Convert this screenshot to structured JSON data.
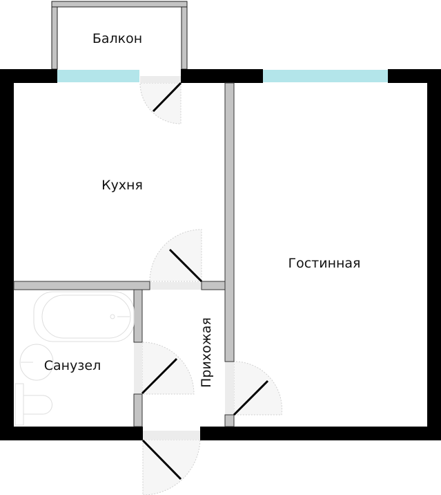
{
  "rooms": {
    "balcony": "Балкон",
    "kitchen": "Кухня",
    "living_room": "Гостинная",
    "bathroom": "Санузел",
    "hallway": "Прихожая"
  },
  "colors": {
    "outer_wall": "#000000",
    "inner_wall": "#c4c4c4",
    "window": "#b3e5ea",
    "door_swing": "#f6f6f6",
    "fixture": "#dddddd"
  }
}
